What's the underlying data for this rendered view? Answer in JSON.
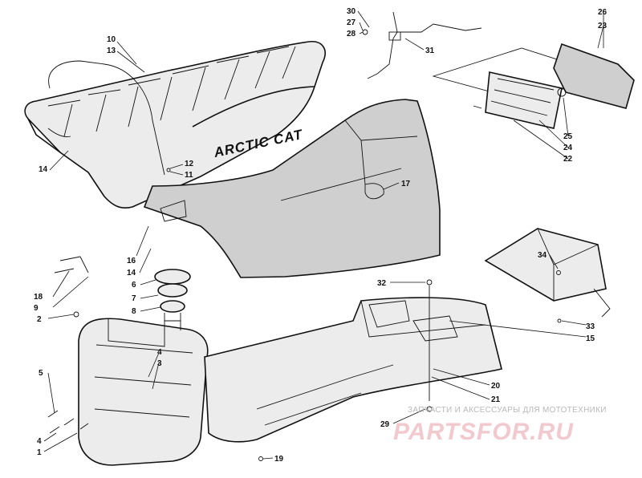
{
  "diagram": {
    "brand_label": "ARCTIC CAT",
    "watermark": {
      "tagline": "ЗАПЧАСТИ И АКСЕССУАРЫ ДЛЯ МОТОТЕХНИКИ",
      "logo": "PARTSFOR.RU"
    },
    "callouts": {
      "c1": "1",
      "c2": "2",
      "c3": "3",
      "c4a": "4",
      "c4b": "4",
      "c5": "5",
      "c6": "6",
      "c7": "7",
      "c8": "8",
      "c9": "9",
      "c10": "10",
      "c11": "11",
      "c12": "12",
      "c13": "13",
      "c14a": "14",
      "c14b": "14",
      "c15": "15",
      "c16": "16",
      "c17": "17",
      "c18": "18",
      "c19": "19",
      "c20": "20",
      "c21": "21",
      "c22": "22",
      "c23": "23",
      "c24": "24",
      "c25": "25",
      "c26": "26",
      "c27": "27",
      "c28": "28",
      "c29": "29",
      "c30": "30",
      "c31": "31",
      "c32": "32",
      "c33": "33",
      "c34": "34"
    }
  }
}
